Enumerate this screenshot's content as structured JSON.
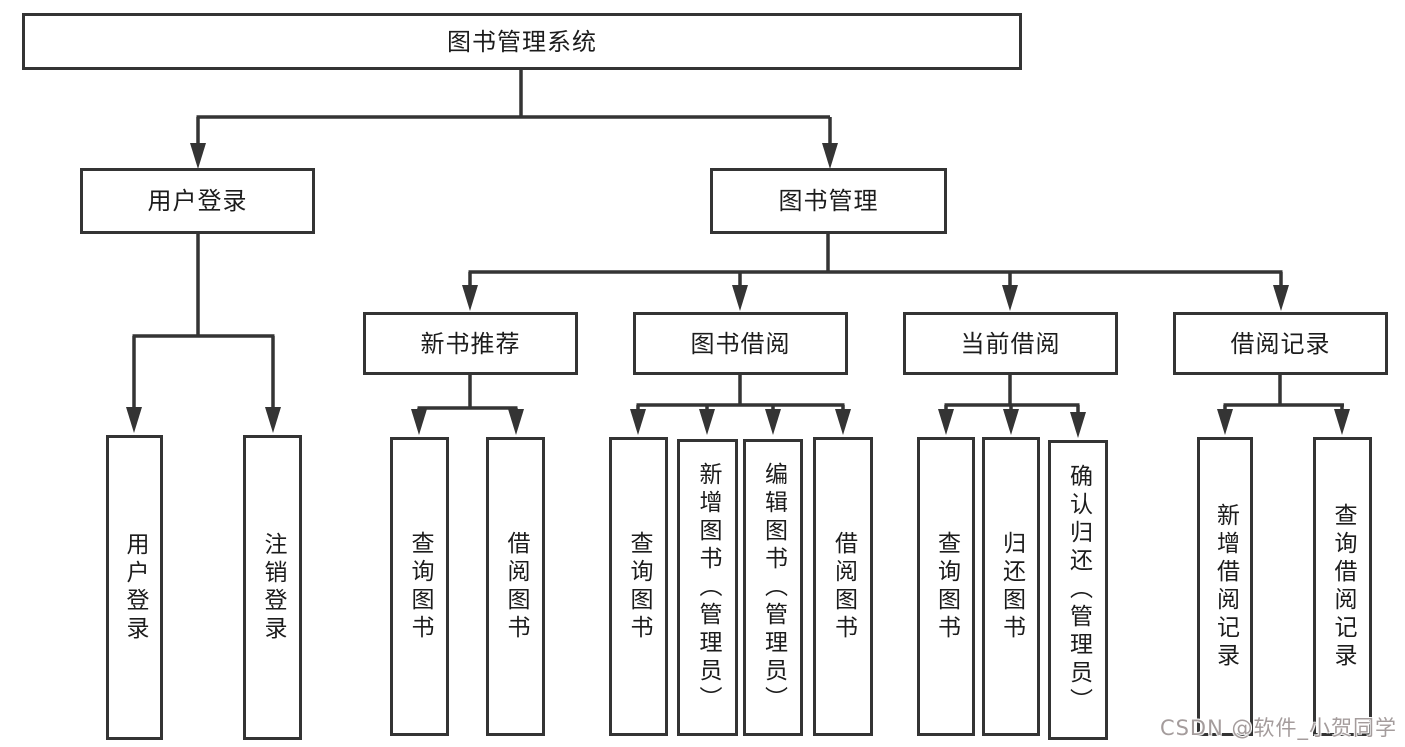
{
  "diagram": {
    "root": {
      "label": "图书管理系统"
    },
    "branches": [
      {
        "label": "用户登录",
        "leaves": [
          {
            "label": "用户登录"
          },
          {
            "label": "注销登录"
          }
        ]
      },
      {
        "label": "图书管理",
        "groups": [
          {
            "label": "新书推荐",
            "leaves": [
              {
                "label": "查询图书"
              },
              {
                "label": "借阅图书"
              }
            ]
          },
          {
            "label": "图书借阅",
            "leaves": [
              {
                "label": "查询图书"
              },
              {
                "label": "新增图书（管理员）"
              },
              {
                "label": "编辑图书（管理员）"
              },
              {
                "label": "借阅图书"
              }
            ]
          },
          {
            "label": "当前借阅",
            "leaves": [
              {
                "label": "查询图书"
              },
              {
                "label": "归还图书"
              },
              {
                "label": "确认归还（管理员）"
              }
            ]
          },
          {
            "label": "借阅记录",
            "leaves": [
              {
                "label": "新增借阅记录"
              },
              {
                "label": "查询借阅记录"
              }
            ]
          }
        ]
      }
    ]
  },
  "watermark": {
    "text": "CSDN @软件_小贺同学"
  },
  "colors": {
    "line": "#343434",
    "text": "#1c1c1c",
    "background": "#ffffff",
    "watermark": "#a49c9c"
  }
}
